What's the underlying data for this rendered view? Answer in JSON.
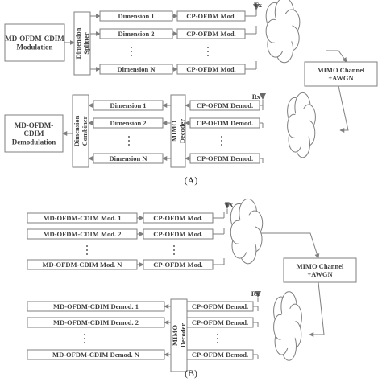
{
  "colors": {
    "stroke": "#7f7f7f",
    "text": "#3f3f3f",
    "background": "#ffffff"
  },
  "icons": {
    "antenna": "antenna-icon",
    "channel": "cloud-icon"
  },
  "diagram_a": {
    "modulation": "MD-OFDM-CDIM\nModulation",
    "splitter": "Dimension\nSplitter",
    "tx_dimensions": [
      "Dimension 1",
      "Dimension 2",
      "⋮",
      "Dimension N"
    ],
    "tx_ofdm": [
      "CP-OFDM Mod.",
      "CP-OFDM Mod.",
      "⋮",
      "CP-OFDM Mod."
    ],
    "tx_label": "Tx",
    "channel": "MIMO Channel\n+AWGN",
    "rx_label": "Rx",
    "rx_ofdm": [
      "CP-OFDM Demod.",
      "CP-OFDM Demod.",
      "⋮",
      "CP-OFDM Demod."
    ],
    "decoder": "MIMO\nDecoder",
    "rx_dimensions": [
      "Dimension 1",
      "Dimension 2",
      "⋮",
      "Dimension N"
    ],
    "combiner": "Dimension\nCombiner",
    "demodulation": "MD-OFDM-\nCDIM\nDemodulation",
    "caption": "(A)"
  },
  "diagram_b": {
    "tx_mods": [
      "MD-OFDM-CDIM Mod. 1",
      "MD-OFDM-CDIM Mod. 2",
      "⋮",
      "MD-OFDM-CDIM Mod. N"
    ],
    "tx_ofdm": [
      "CP-OFDM Mod.",
      "CP-OFDM Mod.",
      "⋮",
      "CP-OFDM Mod."
    ],
    "tx_label": "Tx",
    "channel": "MIMO Channel\n+AWGN",
    "rx_label": "Rx",
    "rx_ofdm": [
      "CP-OFDM Demod.",
      "CP-OFDM Demod.",
      "⋮",
      "CP-OFDM Demod."
    ],
    "decoder": "MIMO\nDecoder",
    "rx_demods": [
      "MD-OFDM-CDIM Demod. 1",
      "MD-OFDM-CDIM Demod. 2",
      "⋮",
      "MD-OFDM-CDIM Demod. N"
    ],
    "caption": "(B)"
  }
}
